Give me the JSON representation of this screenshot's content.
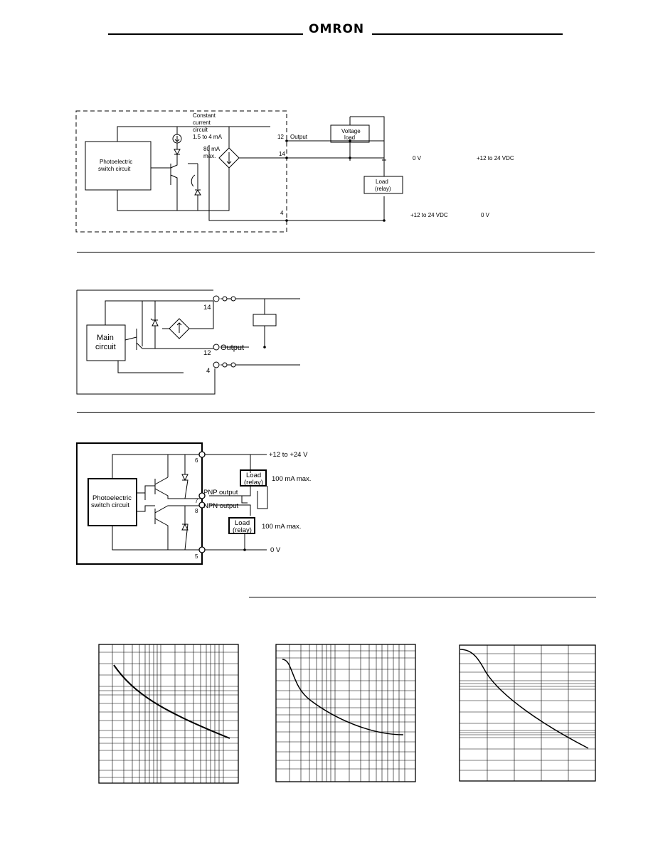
{
  "brand": "OMRON",
  "diagram1": {
    "constant_current_label": [
      "Constant",
      "current",
      "circuit",
      "1.5 to 4 mA"
    ],
    "max_current_label": [
      "80 mA",
      "max."
    ],
    "circuit_label": [
      "Photoelectric",
      "switch circuit"
    ],
    "terminal_12": "12",
    "terminal_14": "14",
    "terminal_4": "4",
    "output_label": "Output",
    "voltage_load": [
      "Voltage",
      "load"
    ],
    "relay_load": [
      "Load",
      "(relay)"
    ],
    "zero_v_right": "0 V",
    "supply_right": "+12 to 24 VDC",
    "supply_bottom": "+12 to 24 VDC",
    "zero_v_bottom": "0 V"
  },
  "diagram2": {
    "circuit_label": [
      "Main",
      "circuit"
    ],
    "terminal_14": "14",
    "terminal_12": "12",
    "terminal_4": "4",
    "output_label": "Output"
  },
  "diagram3": {
    "circuit_label": [
      "Photoelectric",
      "switch circuit"
    ],
    "terminal_6": "6",
    "terminal_7": "7",
    "terminal_8": "8",
    "terminal_5": "5",
    "supply_label": "+12 to +24 V",
    "pnp_output": "PNP output",
    "npn_output": "NPN output",
    "load_top": [
      "Load",
      "(relay)"
    ],
    "load_bottom": [
      "Load",
      "(relay)"
    ],
    "max_top": "100 mA max.",
    "max_bottom": "100 mA max.",
    "zero_v": "0 V"
  }
}
